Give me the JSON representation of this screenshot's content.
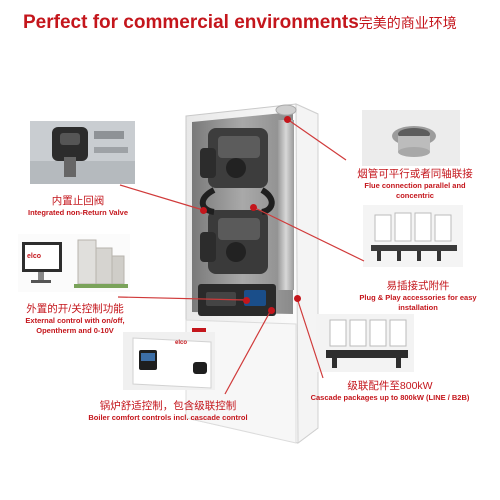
{
  "title": {
    "en": "Perfect for commercial environments",
    "zh": "完美的商业环境"
  },
  "callouts": {
    "valve": {
      "zh": "内置止回阀",
      "en": "Integrated non-Return Valve"
    },
    "flue": {
      "zh": "烟管可平行或者同轴联接",
      "en": "Flue connection parallel and concentric"
    },
    "plug": {
      "zh": "易插接式附件",
      "en": "Plug & Play accessories for easy installation"
    },
    "control": {
      "zh": "外置的开/关控制功能",
      "en": "External control with on/off, Opentherm and 0-10V"
    },
    "cascade": {
      "zh": "级联配件至800kW",
      "en": "Cascade packages up to 800kW (LINE / B2B)"
    },
    "comfort": {
      "zh": "锅炉舒适控制，包含级联控制",
      "en": "Boiler comfort controls  incl. cascade control"
    }
  },
  "brand_logo": "elco",
  "colors": {
    "accent": "#c4161c",
    "leader": "#d03a3a"
  }
}
